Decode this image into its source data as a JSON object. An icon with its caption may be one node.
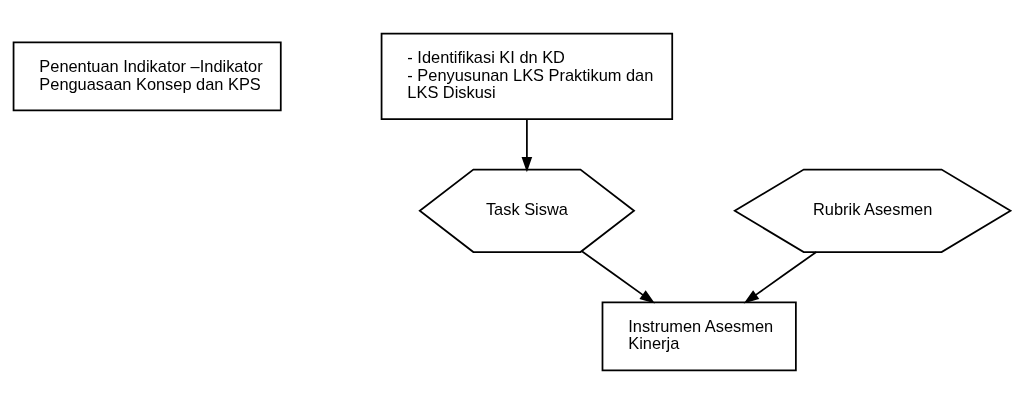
{
  "diagram": {
    "nodes": [
      {
        "text": [
          "Penentuan Indikator –Indikator Penguasaan Konsep dan KPS"
        ]
      },
      {
        "text": [
          "- Identifikasi KI dn KD",
          "- Penyusunan LKS Praktikum dan LKS Diskusi"
        ]
      },
      {
        "text": [
          "Rubrik Asesmen"
        ]
      },
      {
        "text": [
          "Task Siswa"
        ]
      },
      {
        "text": [
          "Instrumen Asesmen Kinerja"
        ]
      }
    ],
    "edges": [
      {
        "from": 1,
        "to": 3,
        "arrow": "to"
      },
      {
        "from": 2,
        "to": 4,
        "arrow": "to"
      },
      {
        "from": 3,
        "to": 4,
        "arrow": "to"
      }
    ]
  }
}
